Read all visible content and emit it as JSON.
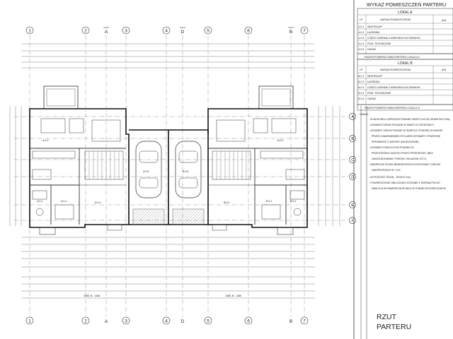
{
  "title_block": {
    "heading": "WYKAZ POMIESZCZEŃ PARTERU",
    "columns": {
      "lp": "LP",
      "name": "NAZWA POMIESZCZENIA",
      "area_unit": "[m²]"
    },
    "lokal_a": {
      "label": "LOKAL A",
      "rows": [
        {
          "lp": "A.0.1",
          "name": "WIATROŁAP"
        },
        {
          "lp": "A.0.2",
          "name": "ŁAZIENKA"
        },
        {
          "lp": "A.0.3",
          "name": "CZĘŚĆ DZIENNA Z ANEKSEM KUCHENNYM"
        },
        {
          "lp": "A.0.4",
          "name": "POM. TECHNICZNE"
        },
        {
          "lp": "A.0.5",
          "name": "GARAŻ"
        }
      ],
      "total": "RAZEM POWIERZCHNIA PARTERU LOKALU A"
    },
    "lokal_b": {
      "label": "LOKAL B",
      "rows": [
        {
          "lp": "B.0.1",
          "name": "WIATROŁAP"
        },
        {
          "lp": "B.0.2",
          "name": "ŁAZIENKA"
        },
        {
          "lp": "B.0.3",
          "name": "CZĘŚĆ DZIENNA Z ANEKSEM KUCHENNYM"
        },
        {
          "lp": "B.0.4",
          "name": "POM. TECHNICZNE"
        },
        {
          "lp": "B.0.5",
          "name": "GARAŻ"
        }
      ],
      "total": "RAZEM POWIERZCHNIA PARTERU LOKALU B"
    },
    "notes_title": "UWAGI:",
    "notes": [
      "- W BUDYNKU ZAPROJEKTOWANO WENTYLACJĘ GRAWITACYJNĄ",
      "- WYMIARY DRZWI PODANE W ŚWIETLE OŚCIEŻNICY,",
      "- WYMIARY OKIEN PODANE W ŚWIETLE OTWORU W MURZE",
      "PRZED ZAMÓWIENIEM STOLARKI WYMIARY OTWORÓW",
      "SPRAWDZIĆ Z NATURY (NA BUDOWIE),",
      "- WYMIARY PIASZCZYZN PODANO W",
      "PRZESTRZENI ZAJĘTEJ PRZEZ PRZEGRODY (BEZ",
      "UWZGLĘDNIANIA TYNKÓW, OKŁADZIN, ECT.),",
      "- NADPROŻA ŚCIAN WEWNĘTRZNYCH WYKONAĆ Z BELEK",
      "NADPROŻOWYCH \"L19\",",
      "- WYSOKOŚĆ ŚCIAN - OKOŁO 2cm,",
      "- POWIERZCHNIE OBLICZONO ZGODNIE Z NORMĄ PN-ISO",
      "9836 DLA WYMIARÓW BUDYNKU W STANIE WYKOŃCZONYM"
    ],
    "drawing_title_line1": "RZUT",
    "drawing_title_line2": "PARTERU"
  },
  "axes": {
    "numbers": [
      "1",
      "2",
      "3",
      "4",
      "5",
      "6",
      "7"
    ],
    "letters_top": [
      "A",
      "D",
      "B"
    ],
    "rows": [
      "A",
      "B",
      "C",
      "D",
      "E",
      "F"
    ]
  },
  "plan": {
    "room_labels": [
      "A.0.1",
      "A.0.2",
      "A.0.3",
      "A.0.4",
      "A.0.5",
      "B.0.5",
      "B.0.4",
      "B.0.3",
      "B.0.2",
      "B.0.1"
    ],
    "overall_dim_left": "1380; B - 1180",
    "overall_dim_right": "1380; B - 1180"
  }
}
